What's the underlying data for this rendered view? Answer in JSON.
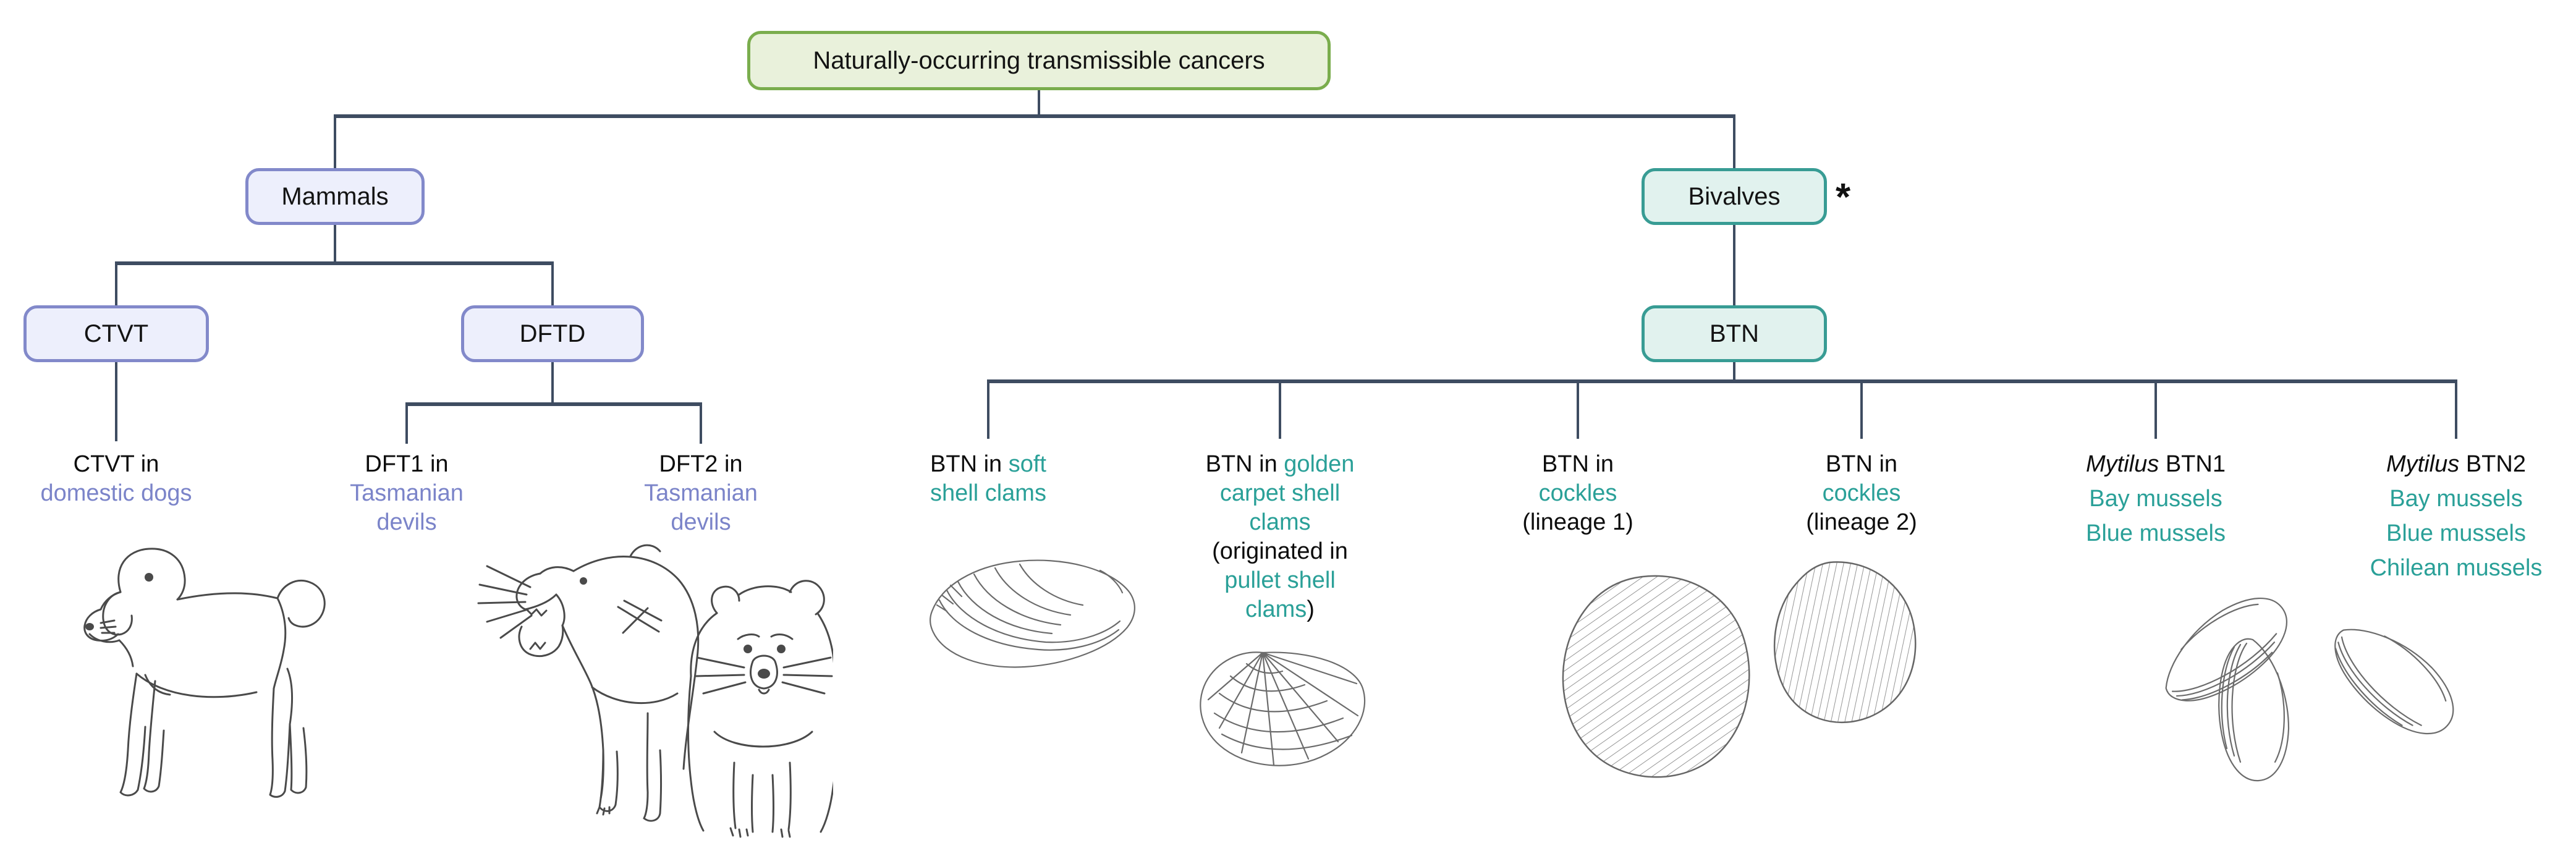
{
  "title": "Naturally-occurring transmissible cancers phylogeny diagram",
  "palette": {
    "connector": "#3e4c61",
    "green_fill": "#e9f1db",
    "green_border": "#7aad4d",
    "lavender_fill": "#edeffc",
    "lavender_border": "#8289ca",
    "mint_fill": "#e1f2ee",
    "mint_border": "#389c94",
    "teal_text": "#2aa098",
    "purple_text": "#7b84c9",
    "black_text": "#0d0d0d",
    "sketch_stroke": "#4a4a4a"
  },
  "root_node": {
    "label": "Naturally-occurring transmissible cancers"
  },
  "branch_nodes": {
    "mammals": {
      "label": "Mammals"
    },
    "bivalves": {
      "label": "Bivalves",
      "annotation": "*"
    },
    "ctvt": {
      "label": "CTVT"
    },
    "dftd": {
      "label": "DFTD"
    },
    "btn": {
      "label": "BTN"
    }
  },
  "leaves": {
    "ctvt_dogs": {
      "line1": "CTVT in",
      "line2": "domestic dogs"
    },
    "dft1": {
      "line1": "DFT1 in",
      "line2": "Tasmanian",
      "line3": "devils"
    },
    "dft2": {
      "line1": "DFT2 in",
      "line2": "Tasmanian",
      "line3": "devils"
    },
    "btn_soft": {
      "prefix": "BTN in",
      "host1": "soft",
      "host2": "shell clams"
    },
    "btn_golden": {
      "prefix": "BTN in",
      "host1": "golden",
      "host2": "carpet shell",
      "host3": "clams",
      "origin_open": "(originated in",
      "origin_host1": "pullet shell",
      "origin_host2": "clams",
      "origin_close": ")"
    },
    "btn_cockles1": {
      "line1": "BTN in",
      "host": "cockles",
      "lineage": "(lineage 1)"
    },
    "btn_cockles2": {
      "line1": "BTN in",
      "host": "cockles",
      "lineage": "(lineage 2)"
    },
    "mytilus_btn1": {
      "genus": "Mytilus",
      "name": "BTN1",
      "hosts": [
        "Bay mussels",
        "Blue mussels"
      ]
    },
    "mytilus_btn2": {
      "genus": "Mytilus",
      "name": "BTN2",
      "hosts": [
        "Bay mussels",
        "Blue mussels",
        "Chilean mussels"
      ]
    }
  },
  "illustrations": [
    {
      "name": "domestic-dog-illustration",
      "depicts": "domestic dog line drawing"
    },
    {
      "name": "tasmanian-devils-illustration",
      "depicts": "two Tasmanian devils line drawing"
    },
    {
      "name": "soft-shell-clam-illustration",
      "depicts": "soft shell clam line drawing"
    },
    {
      "name": "carpet-shell-clam-illustration",
      "depicts": "golden carpet shell clam line drawing"
    },
    {
      "name": "cockles-illustration",
      "depicts": "two cockles line drawing"
    },
    {
      "name": "mussels-illustration",
      "depicts": "three mussels line drawing"
    }
  ]
}
